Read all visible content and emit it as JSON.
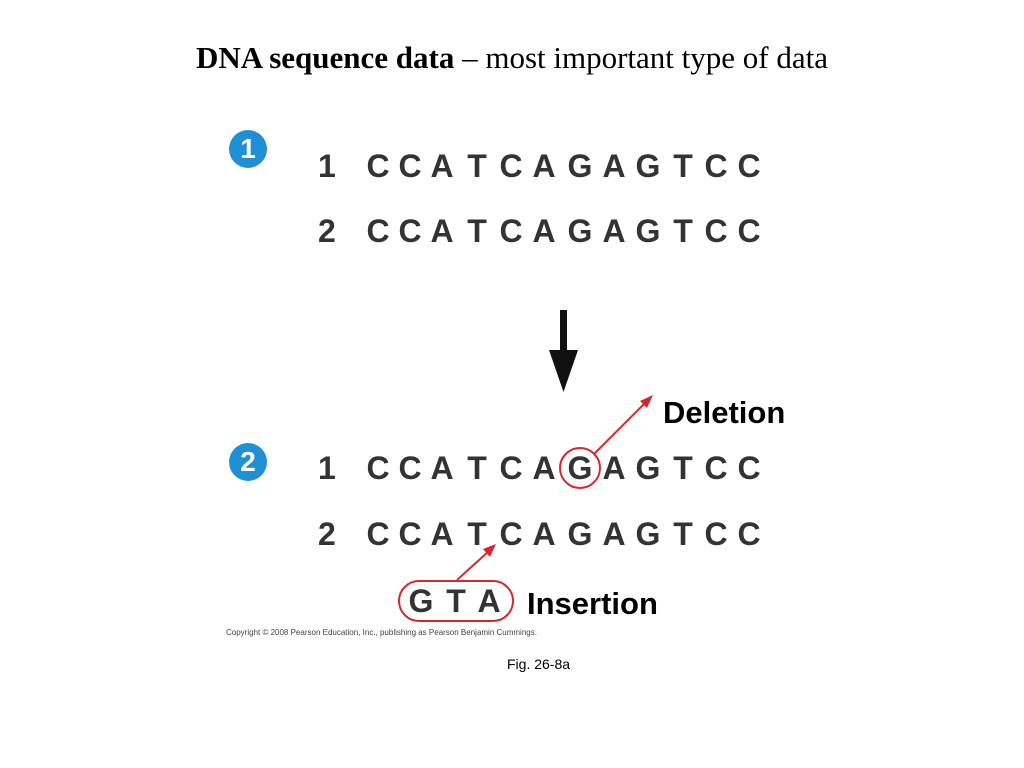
{
  "title": {
    "bold": "DNA sequence data",
    "rest": " – most important type of data"
  },
  "steps": [
    "1",
    "2"
  ],
  "panel1": {
    "rows": [
      {
        "num": "1",
        "bases": [
          "C",
          "C",
          "A",
          "T",
          "C",
          "A",
          "G",
          "A",
          "G",
          "T",
          "C",
          "C"
        ]
      },
      {
        "num": "2",
        "bases": [
          "C",
          "C",
          "A",
          "T",
          "C",
          "A",
          "G",
          "A",
          "G",
          "T",
          "C",
          "C"
        ]
      }
    ]
  },
  "panel2": {
    "rows": [
      {
        "num": "1",
        "bases": [
          "C",
          "C",
          "A",
          "T",
          "C",
          "A",
          "G",
          "A",
          "G",
          "T",
          "C",
          "C"
        ]
      },
      {
        "num": "2",
        "bases": [
          "C",
          "C",
          "A",
          "T",
          "C",
          "A",
          "G",
          "A",
          "G",
          "T",
          "C",
          "C"
        ]
      }
    ],
    "deletion_label": "Deletion",
    "insertion_label": "Insertion",
    "insertion_bases": [
      "G",
      "T",
      "A"
    ]
  },
  "copyright": "Copyright © 2008 Pearson Education, Inc., publishing as Pearson Benjamin Cummings.",
  "figure_ref": "Fig. 26-8a",
  "colors": {
    "badge": "#1f8fd6",
    "highlight": "#d7262e",
    "text": "#333333"
  }
}
